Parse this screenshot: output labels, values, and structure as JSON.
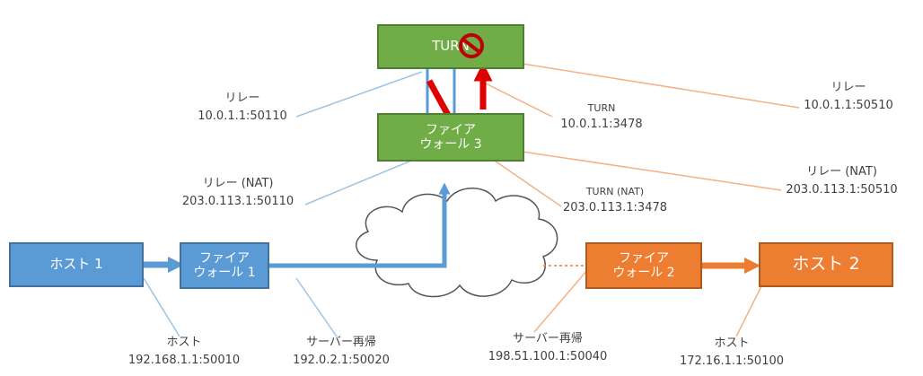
{
  "nodes": {
    "turn_server": "TURN",
    "firewall_3": [
      "ファイア",
      "ウォール 3"
    ],
    "host_1": "ホスト 1",
    "firewall_1": [
      "ファイア",
      "ウォール 1"
    ],
    "firewall_2": [
      "ファイア",
      "ウォール 2"
    ],
    "host_2": "ホスト 2"
  },
  "labels": {
    "relay_left": {
      "title": "リレー",
      "address": "10.0.1.1:50110"
    },
    "relay_nat_left": {
      "title": "リレー (NAT)",
      "address": "203.0.113.1:50110"
    },
    "turn": {
      "title": "TURN",
      "address": "10.0.1.1:3478"
    },
    "turn_nat": {
      "title": "TURN (NAT)",
      "address": "203.0.113.1:3478"
    },
    "relay_right": {
      "title": "リレー",
      "address": "10.0.1.1:50510"
    },
    "relay_nat_right": {
      "title": "リレー (NAT)",
      "address": "203.0.113.1:50510"
    },
    "host_left": {
      "title": "ホスト",
      "address": "192.168.1.1:50010"
    },
    "srflx_left": {
      "title": "サーバー再帰",
      "address": "192.0.2.1:50020"
    },
    "srflx_right": {
      "title": "サーバー再帰",
      "address": "198.51.100.1:50040"
    },
    "host_right": {
      "title": "ホスト",
      "address": "172.16.1.1:50100"
    }
  },
  "colors": {
    "green": "#70ad47",
    "blue": "#5b9bd5",
    "orange": "#ed7d31",
    "red": "#e00000",
    "leader_blue": "#9dc3e6",
    "leader_orange": "#f4b183"
  },
  "icons": {
    "prohibited": "prohibited-icon",
    "cloud": "internet-cloud"
  }
}
